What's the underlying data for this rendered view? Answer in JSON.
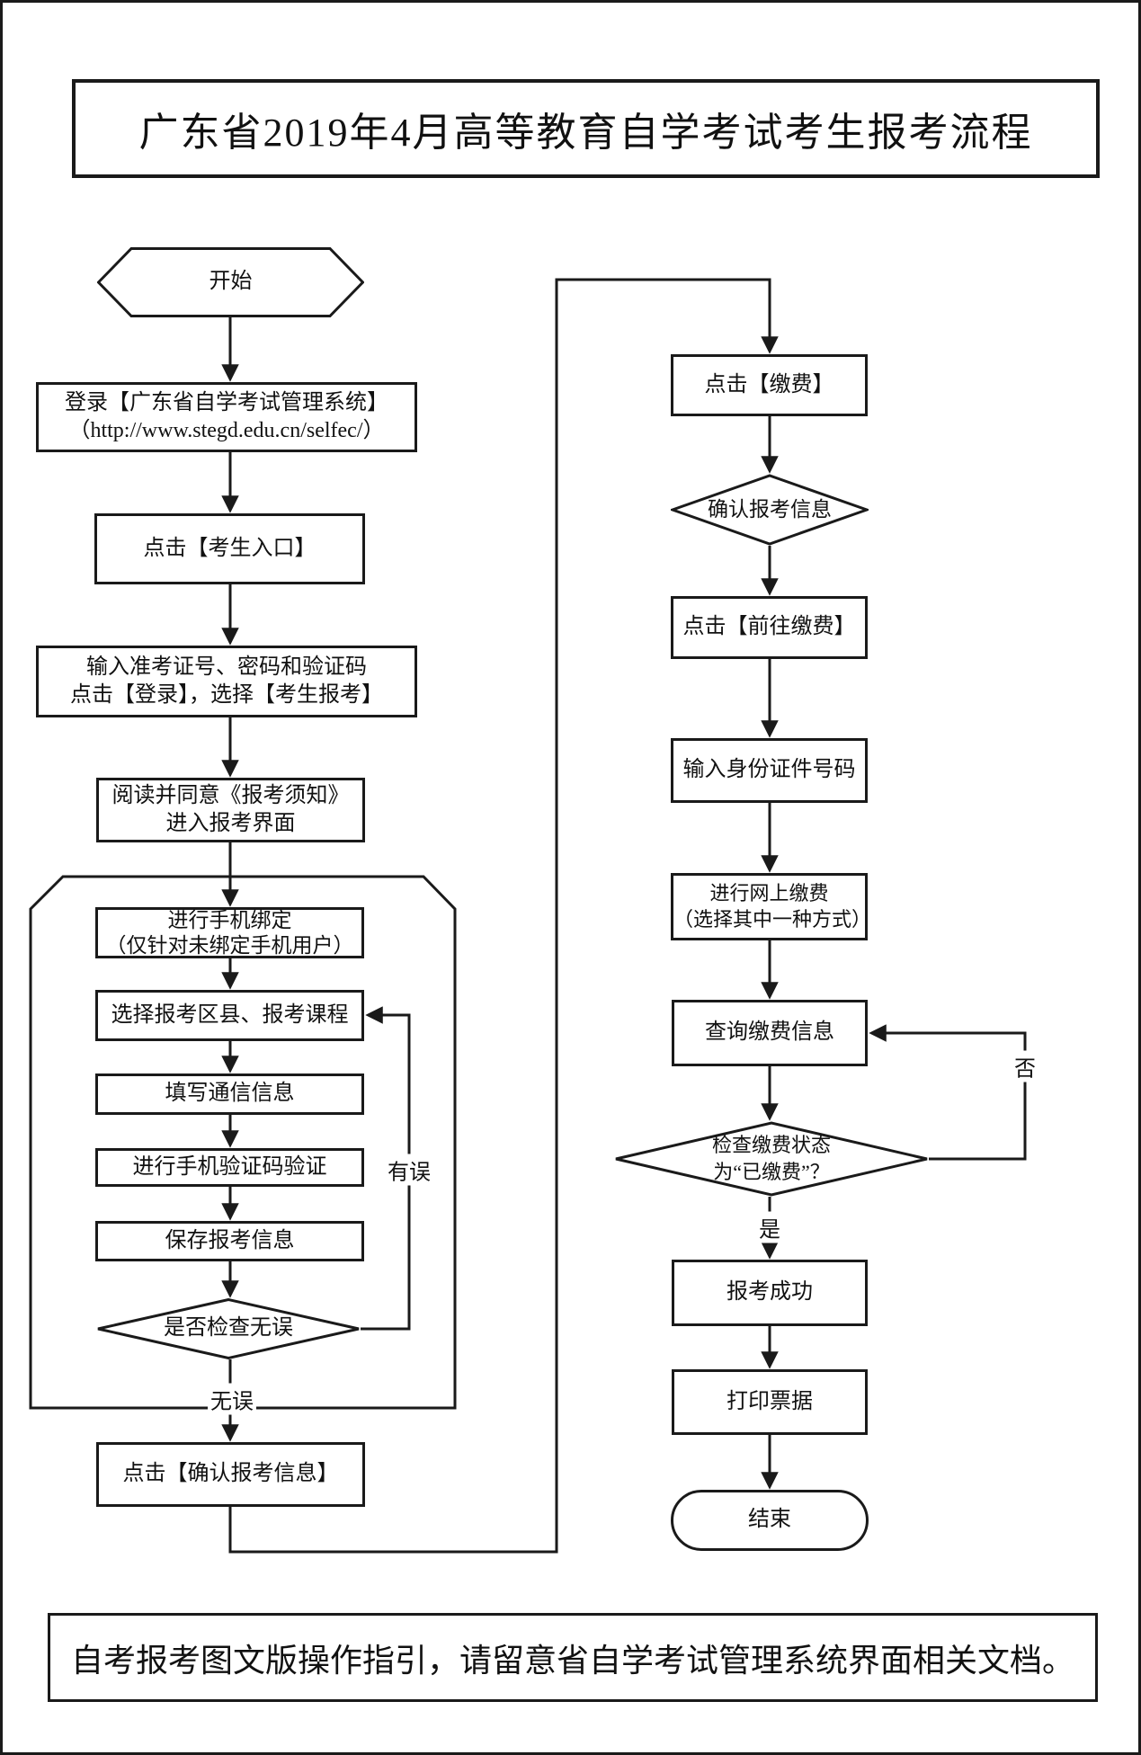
{
  "page": {
    "title": "广东省2019年4月高等教育自学考试考生报考流程",
    "footer": "自考报考图文版操作指引，请留意省自学考试管理系统界面相关文档。"
  },
  "flowchart": {
    "left": {
      "start": "开始",
      "login_line1": "登录【广东省自学考试管理系统】",
      "login_line2": "（http://www.stegd.edu.cn/selfec/）",
      "entrance": "点击【考生入口】",
      "credentials_line1": "输入准考证号、密码和验证码",
      "credentials_line2": "点击【登录】，选择【考生报考】",
      "notice_line1": "阅读并同意《报考须知》",
      "notice_line2": "进入报考界面",
      "bind_line1": "进行手机绑定",
      "bind_line2": "（仅针对未绑定手机用户）",
      "select_district": "选择报考区县、报考课程",
      "fill_contact": "填写通信信息",
      "sms_verify": "进行手机验证码验证",
      "save_info": "保存报考信息",
      "check_decision": "是否检查无误",
      "confirm_info": "点击【确认报考信息】",
      "label_error": "有误",
      "label_ok": "无误"
    },
    "right": {
      "click_pay": "点击【缴费】",
      "confirm_decision": "确认报考信息",
      "go_pay": "点击【前往缴费】",
      "id_number": "输入身份证件号码",
      "online_pay_line1": "进行网上缴费",
      "online_pay_line2": "（选择其中一种方式）",
      "query_payment": "查询缴费信息",
      "status_line1": "检查缴费状态",
      "status_line2": "为“已缴费”？",
      "label_no": "否",
      "label_yes": "是",
      "success": "报考成功",
      "print_receipt": "打印票据",
      "end": "结束"
    }
  }
}
